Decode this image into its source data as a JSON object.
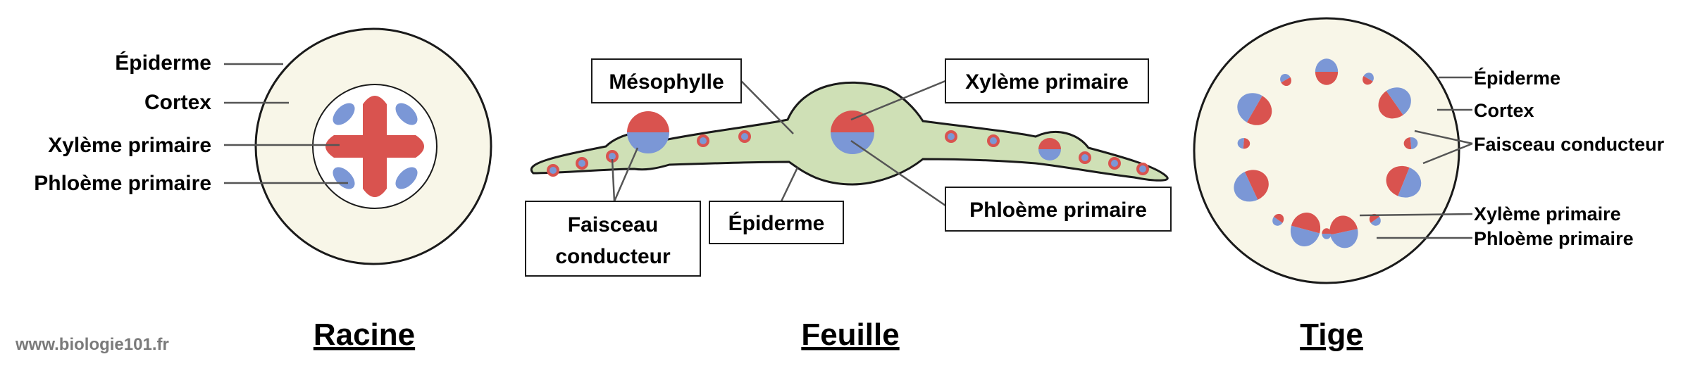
{
  "watermark": "www.biologie101.fr",
  "colors": {
    "epidermis_fill": "#f8f6e8",
    "leaf_fill": "#cfe0b6",
    "xylem": "#d9534f",
    "phloem": "#7b97d6",
    "outline": "#1a1a1a",
    "leader": "#555555"
  },
  "racine": {
    "title": "Racine",
    "labels": {
      "epiderme": "Épiderme",
      "cortex": "Cortex",
      "xyleme": "Xylème primaire",
      "phloeme": "Phloème primaire"
    }
  },
  "feuille": {
    "title": "Feuille",
    "labels": {
      "mesophylle": "Mésophylle",
      "xyleme": "Xylème primaire",
      "phloeme": "Phloème primaire",
      "faisceau_line1": "Faisceau",
      "faisceau_line2": "conducteur",
      "epiderme": "Épiderme"
    }
  },
  "tige": {
    "title": "Tige",
    "labels": {
      "epiderme": "Épiderme",
      "cortex": "Cortex",
      "faisceau": "Faisceau conducteur",
      "xyleme": "Xylème primaire",
      "phloeme": "Phloème primaire"
    }
  }
}
